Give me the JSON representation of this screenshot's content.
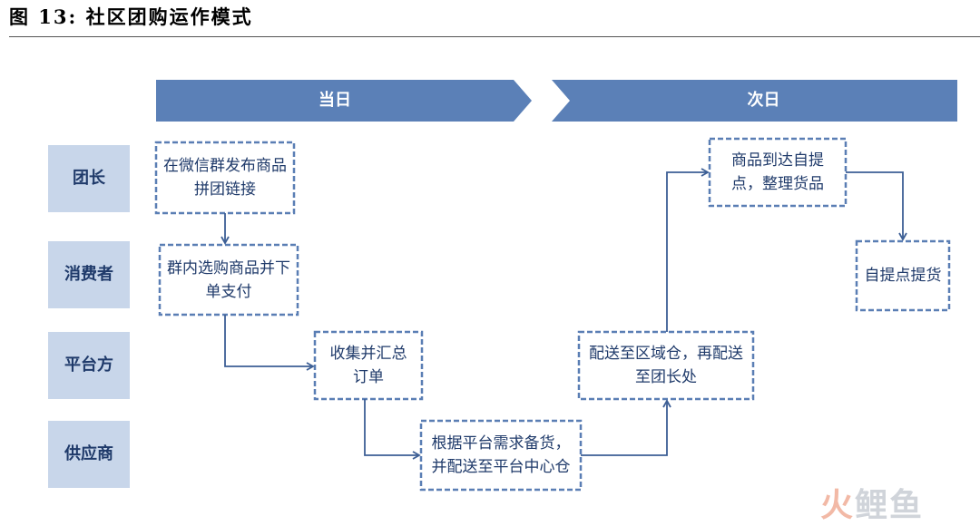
{
  "figure": {
    "title": "图 13: 社区团购运作模式"
  },
  "phases": [
    {
      "id": "day1",
      "label": "当日"
    },
    {
      "id": "day2",
      "label": "次日"
    }
  ],
  "roles": [
    {
      "id": "leader",
      "label": "团长"
    },
    {
      "id": "consumer",
      "label": "消费者"
    },
    {
      "id": "platform",
      "label": "平台方"
    },
    {
      "id": "supplier",
      "label": "供应商"
    }
  ],
  "steps": [
    {
      "id": "publish",
      "text": "在微信群发布商品拼团链接"
    },
    {
      "id": "order",
      "text": "群内选购商品并下单支付"
    },
    {
      "id": "aggregate",
      "text": "收集并汇总订单"
    },
    {
      "id": "stock",
      "text": "根据平台需求备货，并配送至平台中心仓"
    },
    {
      "id": "distribute",
      "text": "配送至区域仓，再配送至团长处"
    },
    {
      "id": "arrive",
      "text": "商品到达自提点，整理货品"
    },
    {
      "id": "pickup",
      "text": "自提点提货"
    }
  ],
  "colors": {
    "accent": "#5b80b7",
    "role_fill": "#c8d6ea",
    "box_border": "#5a7eb4",
    "text": "#1f3a6a",
    "arrow": "#3d5f95"
  },
  "watermark": {
    "part1": "火",
    "part2": "鲤鱼"
  }
}
